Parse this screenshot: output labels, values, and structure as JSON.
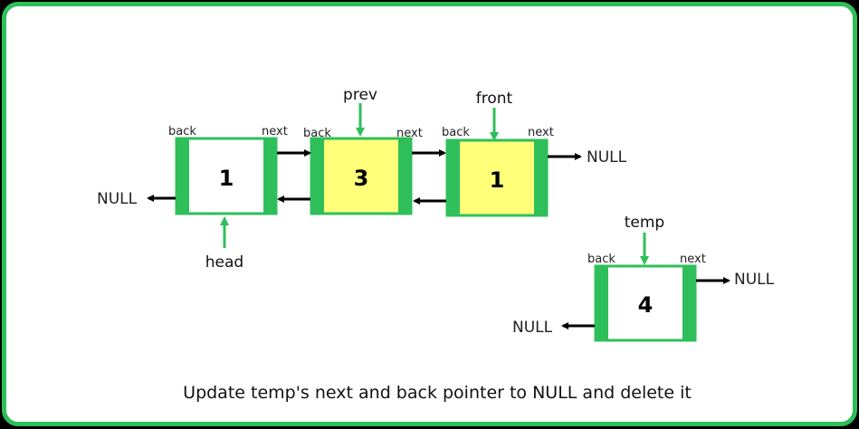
{
  "colors": {
    "frame": "#2fbf5a",
    "node_border": "#2fbf5a",
    "pointer_arrow": "#2fbf5a",
    "link_arrow": "#000000",
    "highlight_fill": "#ffff7a",
    "plain_fill": "#ffffff"
  },
  "nodes": [
    {
      "value": "1",
      "back_label": "back",
      "next_label": "next",
      "highlighted": false
    },
    {
      "value": "3",
      "back_label": "back",
      "next_label": "next",
      "highlighted": true
    },
    {
      "value": "1",
      "back_label": "back",
      "next_label": "next",
      "highlighted": true
    },
    {
      "value": "4",
      "back_label": "back",
      "next_label": "next",
      "highlighted": false
    }
  ],
  "pointers": {
    "prev": "prev",
    "front": "front",
    "head": "head",
    "temp": "temp"
  },
  "null_labels": {
    "left_of_head": "NULL",
    "right_of_front": "NULL",
    "temp_next": "NULL",
    "temp_back": "NULL"
  },
  "caption": "Update temp's next and back pointer to NULL and delete it"
}
